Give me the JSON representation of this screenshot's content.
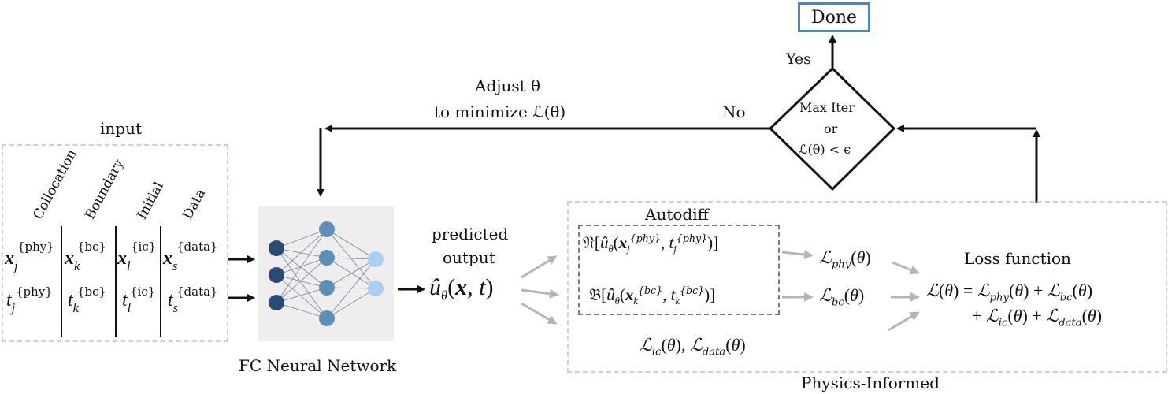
{
  "done_label": "Done",
  "yes_label": "Yes",
  "no_label": "No",
  "adjust_line1": "Adjust θ",
  "adjust_line2": "to minimize ℒ(θ)",
  "decision": {
    "line1": "Max Iter",
    "line2": "or",
    "line3": "ℒ(θ) < ϵ"
  },
  "input": {
    "title": "input",
    "columns": [
      {
        "header": "Collocation",
        "x_top": "x_j^{phy}",
        "t_bottom": "t_j^{phy}"
      },
      {
        "header": "Boundary",
        "x_top": "x_k^{bc}",
        "t_bottom": "t_k^{bc}"
      },
      {
        "header": "Initial",
        "x_top": "x_l^{ic}",
        "t_bottom": "t_l^{ic}"
      },
      {
        "header": "Data",
        "x_top": "x_s^{data}",
        "t_bottom": "t_s^{data}"
      }
    ]
  },
  "nn_label": "FC Neural Network",
  "predicted_line1": "predicted",
  "predicted_line2": "output",
  "predicted_expr": "û_θ(x, t)",
  "autodiff_label": "Autodiff",
  "operator_N": "𝔑[û_θ(x_j^{phy}, t_j^{phy})]",
  "operator_B": "𝔅[û_θ(x_k^{bc}, t_k^{bc})]",
  "loss_phy": "ℒ_phy(θ)",
  "loss_bc": "ℒ_bc(θ)",
  "loss_ic_data": "ℒ_ic(θ), ℒ_data(θ)",
  "loss_function_label": "Loss function",
  "loss_total_line1": "ℒ(θ) = ℒ_phy(θ) + ℒ_bc(θ)",
  "loss_total_line2": "+ ℒ_ic(θ) + ℒ_data(θ)",
  "physics_label": "Physics-Informed",
  "colors": {
    "done_border": "#4d88b7",
    "node_dark": "#2b4a72",
    "node_mid": "#5d8fb7",
    "node_light": "#a9d0f0",
    "dashed_light": "#cfcfcf",
    "gray_arrow": "#b5b5b5"
  }
}
